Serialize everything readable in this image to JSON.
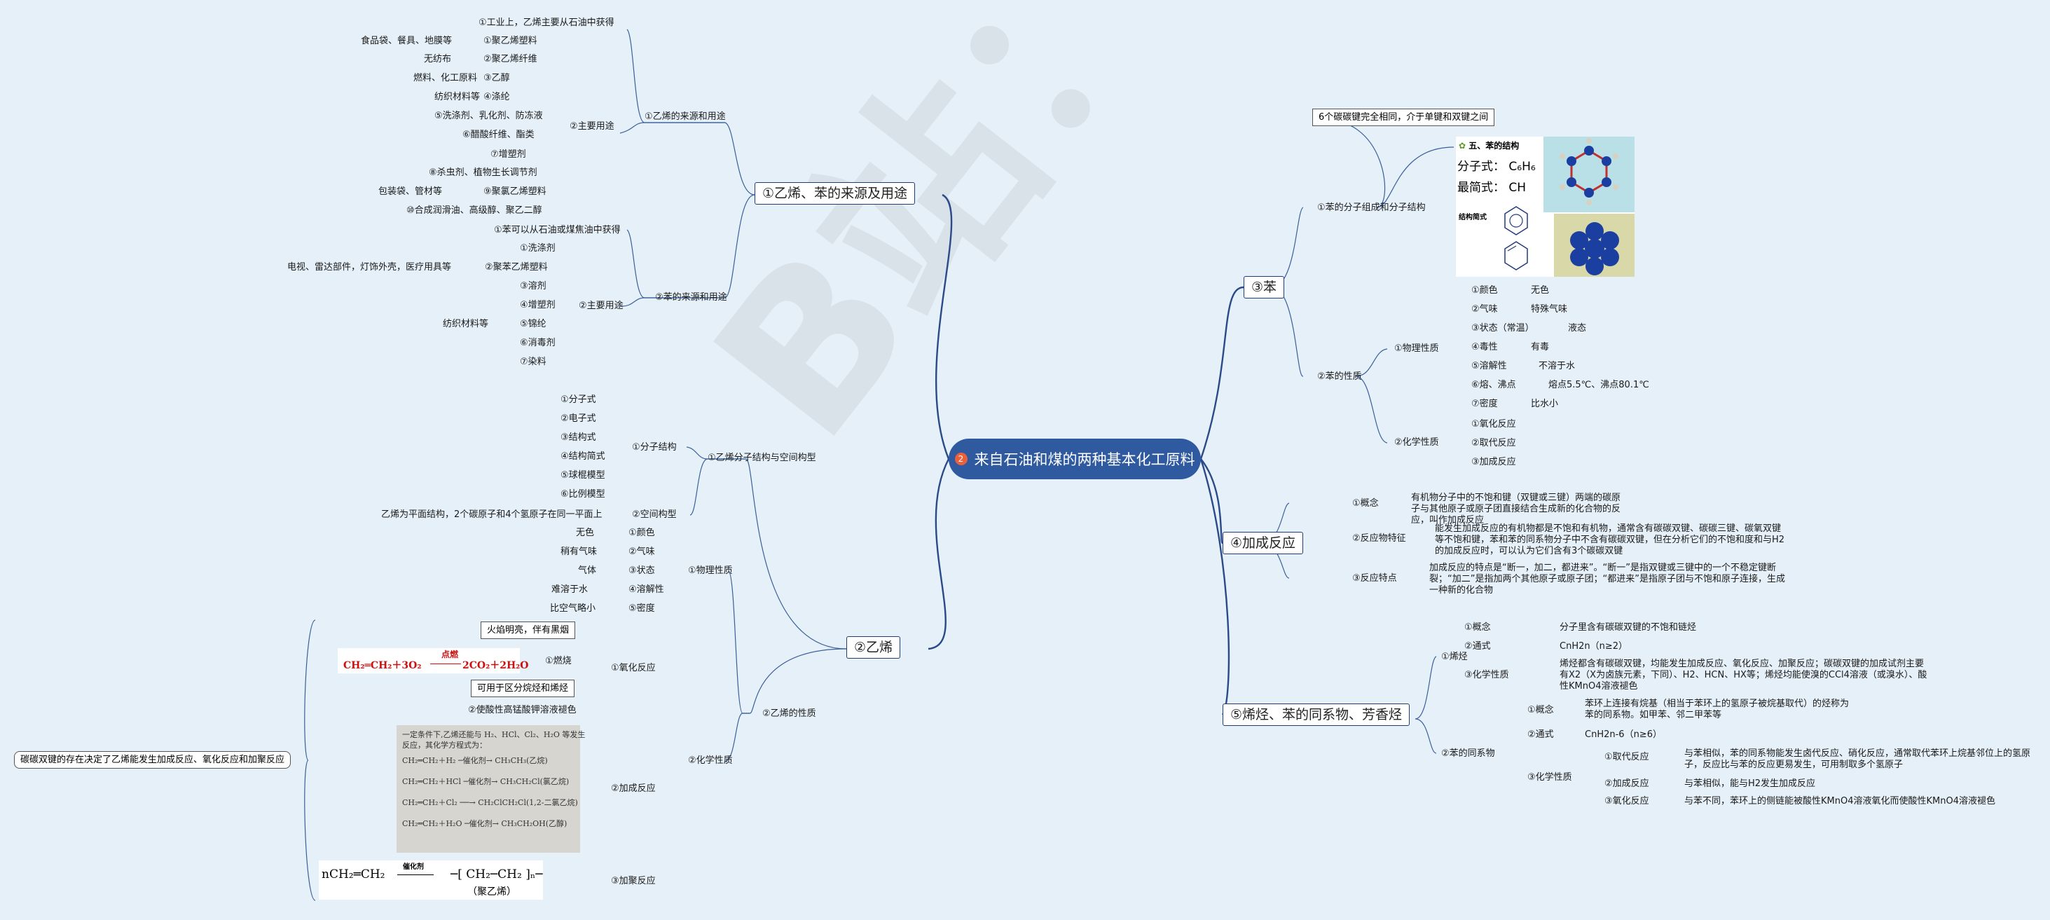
{
  "root": {
    "badge": "2",
    "title": "来自石油和煤的两种基本化工原料"
  },
  "watermark": "B站：AeXXYZ",
  "l1": {
    "b1": "①乙烯、苯的来源及用途",
    "b2": "②乙烯",
    "b3": "③苯",
    "b4": "④加成反应",
    "b5": "⑤烯烃、苯的同系物、芳香烃"
  },
  "src": {
    "ethylene": "①乙烯的来源和用途",
    "e_source": "①工业上，乙烯主要从石油中获得",
    "e_uses": "②主要用途",
    "e_items": [
      {
        "l": "①聚乙烯塑料",
        "r": "食品袋、餐具、地膜等"
      },
      {
        "l": "②聚乙烯纤维",
        "r": "无纺布"
      },
      {
        "l": "③乙醇",
        "r": "燃料、化工原料"
      },
      {
        "l": "④涤纶",
        "r": "纺织材料等"
      },
      {
        "l": "⑤洗涤剂、乳化剂、防冻液",
        "r": ""
      },
      {
        "l": "⑥醋酸纤维、酯类",
        "r": ""
      },
      {
        "l": "⑦增塑剂",
        "r": ""
      },
      {
        "l": "⑧杀虫剂、植物生长调节剂",
        "r": ""
      },
      {
        "l": "⑨聚氯乙烯塑料",
        "r": "包装袋、管材等"
      },
      {
        "l": "⑩合成润滑油、高级醇、聚乙二醇",
        "r": ""
      }
    ],
    "benzene": "②苯的来源和用途",
    "b_source": "①苯可以从石油或煤焦油中获得",
    "b_uses": "②主要用途",
    "b_items": [
      {
        "l": "①洗涤剂",
        "r": ""
      },
      {
        "l": "②聚苯乙烯塑料",
        "r": "电视、雷达部件，灯饰外壳，医疗用具等"
      },
      {
        "l": "③溶剂",
        "r": ""
      },
      {
        "l": "④增塑剂",
        "r": ""
      },
      {
        "l": "⑤锦纶",
        "r": "纺织材料等"
      },
      {
        "l": "⑥消毒剂",
        "r": ""
      },
      {
        "l": "⑦染料",
        "r": ""
      }
    ]
  },
  "eth": {
    "structure": "①乙烯分子结构与空间构型",
    "mol": "①分子结构",
    "mol_items": [
      "①分子式",
      "②电子式",
      "③结构式",
      "④结构简式",
      "⑤球棍模型",
      "⑥比例模型"
    ],
    "space": "②空间构型",
    "space_desc": "乙烯为平面结构，2个碳原子和4个氢原子在同一平面上",
    "props": "②乙烯的性质",
    "phys": "①物理性质",
    "phys_items": [
      {
        "l": "①颜色",
        "r": "无色"
      },
      {
        "l": "②气味",
        "r": "稍有气味"
      },
      {
        "l": "③状态",
        "r": "气体"
      },
      {
        "l": "④溶解性",
        "r": "难溶于水"
      },
      {
        "l": "⑤密度",
        "r": "比空气略小"
      }
    ],
    "chem": "②化学性质",
    "ox": "①氧化反应",
    "burn": "①燃烧",
    "burn_note": "火焰明亮，伴有黑烟",
    "burn_eq_l": "CH₂═CH₂＋3O₂",
    "burn_eq_c": "点燃",
    "burn_eq_r": "2CO₂＋2H₂O",
    "distinguish": "可用于区分烷烃和烯烃",
    "kmno4": "②使酸性高锰酸钾溶液褪色",
    "add": "②加成反应",
    "add_img_lines": [
      "一定条件下,乙烯还能与 H₂、HCl、Cl₂、H₂O 等发生",
      "反应，其化学方程式为：",
      "CH₂═CH₂＋H₂ ─催化剂→ CH₃CH₃(乙烷)",
      "CH₂═CH₂＋HCl ─催化剂→ CH₃CH₂Cl(氯乙烷)",
      "CH₂═CH₂＋Cl₂ ──→ CH₂ClCH₂Cl(1,2-二氯乙烷)",
      "CH₂═CH₂＋H₂O ─催化剂→ CH₃CH₂OH(乙醇)"
    ],
    "poly": "③加聚反应",
    "poly_l": "nCH₂═CH₂",
    "poly_c": "催化剂",
    "poly_r": "─[ CH₂─CH₂ ]ₙ─",
    "poly_name": "（聚乙烯）",
    "left_note": "碳碳双键的存在决定了乙烯能发生加成反应、氧化反应和加聚反应"
  },
  "benz": {
    "struct": "①苯的分子组成和分子结构",
    "callout": "6个碳碳键完全相同，介于单键和双键之间",
    "card_title": "五、苯的结构",
    "card_formula_label": "分子式：",
    "card_formula": "C₆H₆",
    "card_simple_label": "最简式：",
    "card_simple": "CH",
    "card_struct_label": "结构简式",
    "props": "②苯的性质",
    "phys": "①物理性质",
    "phys_items": [
      {
        "l": "①颜色",
        "r": "无色"
      },
      {
        "l": "②气味",
        "r": "特殊气味"
      },
      {
        "l": "③状态（常温）",
        "r": "液态"
      },
      {
        "l": "④毒性",
        "r": "有毒"
      },
      {
        "l": "⑤溶解性",
        "r": "不溶于水"
      },
      {
        "l": "⑥熔、沸点",
        "r": "熔点5.5℃、沸点80.1℃"
      },
      {
        "l": "⑦密度",
        "r": "比水小"
      }
    ],
    "chem": "②化学性质",
    "chem_items": [
      "①氧化反应",
      "②取代反应",
      "③加成反应"
    ]
  },
  "addr": {
    "c1": "①概念",
    "c1_text": "有机物分子中的不饱和键（双键或三键）两端的碳原子与其他原子或原子团直接结合生成新的化合物的反应，叫作加成反应",
    "c2": "②反应物特征",
    "c2_text": "能发生加成反应的有机物都是不饱和有机物，通常含有碳碳双键、碳碳三键、碳氧双键等不饱和键，苯和苯的同系物分子中不含有碳碳双键，但在分析它们的不饱和度和与H2的加成反应时，可以认为它们含有3个碳碳双键",
    "c3": "③反应特点",
    "c3_text": "加成反应的特点是“断一，加二，都进来”。“断一”是指双键或三键中的一个不稳定键断裂；“加二”是指加两个其他原子或原子团；“都进来”是指原子团与不饱和原子连接，生成一种新的化合物"
  },
  "arom": {
    "alkene": "①烯烃",
    "a_items": [
      {
        "l": "①概念",
        "r": "分子里含有碳碳双键的不饱和链烃"
      },
      {
        "l": "②通式",
        "r": "CnH2n（n≥2）"
      },
      {
        "l": "③化学性质",
        "r": "烯烃都含有碳碳双键，均能发生加成反应、氧化反应、加聚反应；碳碳双键的加成试剂主要有X2（X为卤族元素，下同）、H2、HCN、HX等；烯烃均能使溴的CCl4溶液（或溴水）、酸性KMnO4溶液褪色"
      }
    ],
    "homolog": "②苯的同系物",
    "h_concept": "①概念",
    "h_concept_text": "苯环上连接有烷基（相当于苯环上的氢原子被烷基取代）的烃称为苯的同系物。如甲苯、邻二甲苯等",
    "h_formula": "②通式",
    "h_formula_text": "CnH2n-6（n≥6）",
    "h_chem": "③化学性质",
    "h_chem_items": [
      {
        "l": "①取代反应",
        "r": "与苯相似，苯的同系物能发生卤代反应、硝化反应，通常取代苯环上烷基邻位上的氢原子，反应比与苯的反应更易发生，可用制取多个氢原子"
      },
      {
        "l": "②加成反应",
        "r": "与苯相似，能与H2发生加成反应"
      },
      {
        "l": "③氧化反应",
        "r": "与苯不同，苯环上的侧链能被酸性KMnO4溶液氧化而使酸性KMnO4溶液褪色"
      }
    ]
  },
  "colors": {
    "background": "#e6f0f8",
    "root": "#2f5aa0",
    "line": "#2a4a8a",
    "badge": "#e8603c",
    "red_eq": "#cc1111"
  }
}
